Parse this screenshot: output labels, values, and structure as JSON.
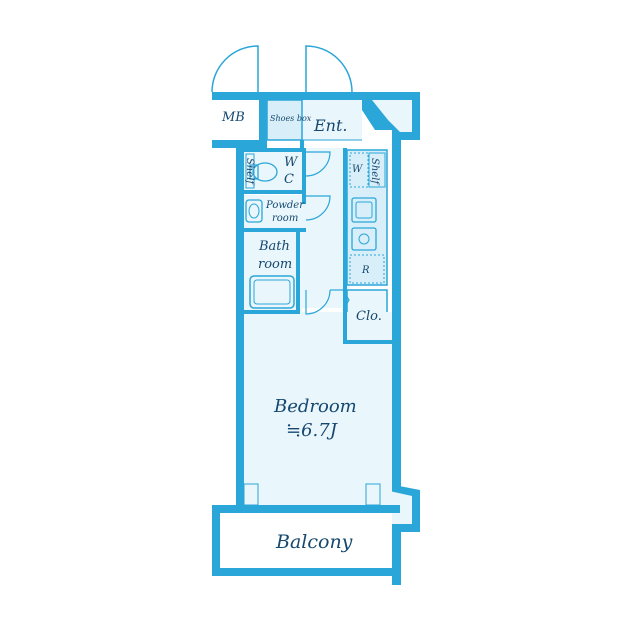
{
  "floorplan": {
    "labels": {
      "mb": "MB",
      "shoes_box": "Shoes box",
      "entrance": "Ent.",
      "shelf_left": "Shelf",
      "wc_w": "W",
      "wc_c": "C",
      "powder_1": "Powder",
      "powder_2": "room",
      "bath_1": "Bath",
      "bath_2": "room",
      "kitchen_w": "W",
      "shelf_right": "Shelf",
      "fridge": "R",
      "closet": "Clo.",
      "bedroom": "Bedroom",
      "bedroom_size": "≒6.7J",
      "balcony": "Balcony"
    },
    "colors": {
      "wall": "#2aa6d9",
      "room_fill": "#e9f6fc",
      "room_fill_dark": "#d8eff9",
      "text": "#16486f"
    }
  }
}
